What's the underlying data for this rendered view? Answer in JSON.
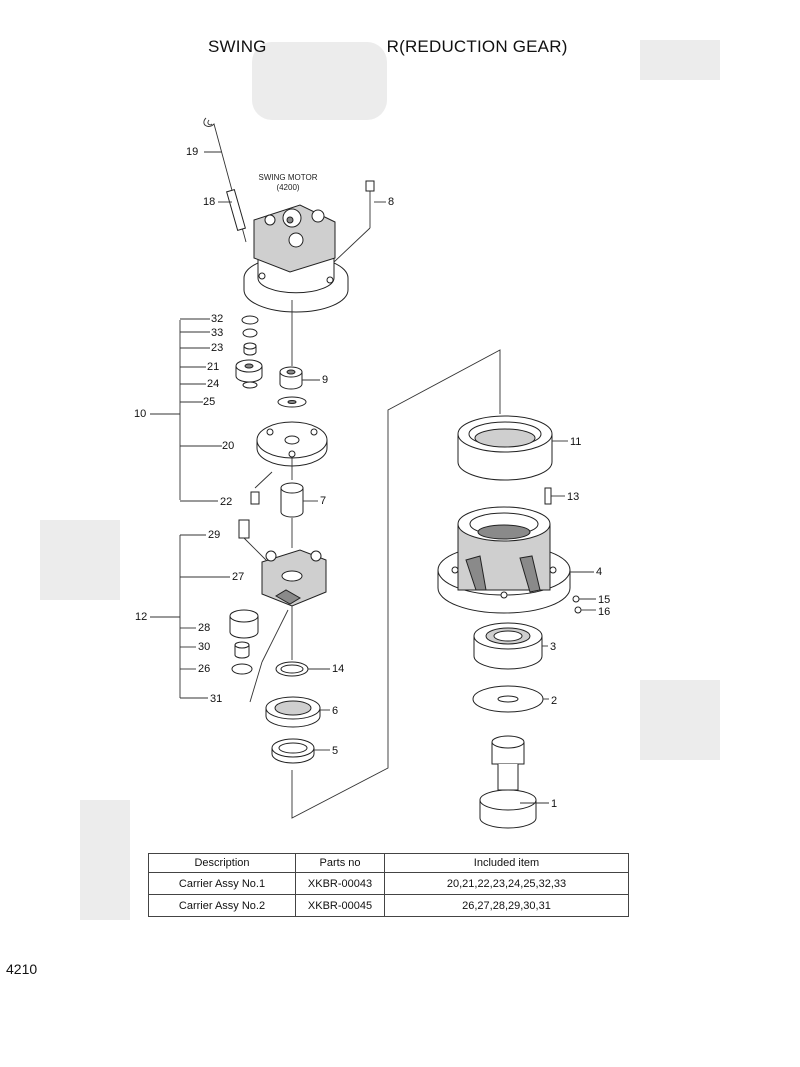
{
  "title": {
    "left": "SWING",
    "right": "R(REDUCTION GEAR)"
  },
  "motor_label": {
    "line1": "SWING MOTOR",
    "line2": "(4200)"
  },
  "callouts": [
    "19",
    "18",
    "8",
    "32",
    "33",
    "23",
    "21",
    "24",
    "9",
    "10",
    "25",
    "20",
    "22",
    "7",
    "29",
    "27",
    "12",
    "28",
    "30",
    "26",
    "31",
    "14",
    "6",
    "5",
    "11",
    "13",
    "4",
    "15",
    "16",
    "3",
    "2",
    "1"
  ],
  "table": {
    "headers": [
      "Description",
      "Parts no",
      "Included item"
    ],
    "rows": [
      {
        "description": "Carrier Assy No.1",
        "part_no": "XKBR-00043",
        "items": "20,21,22,23,24,25,32,33"
      },
      {
        "description": "Carrier Assy No.2",
        "part_no": "XKBR-00045",
        "items": "26,27,28,29,30,31"
      }
    ]
  },
  "page_number": "4210"
}
